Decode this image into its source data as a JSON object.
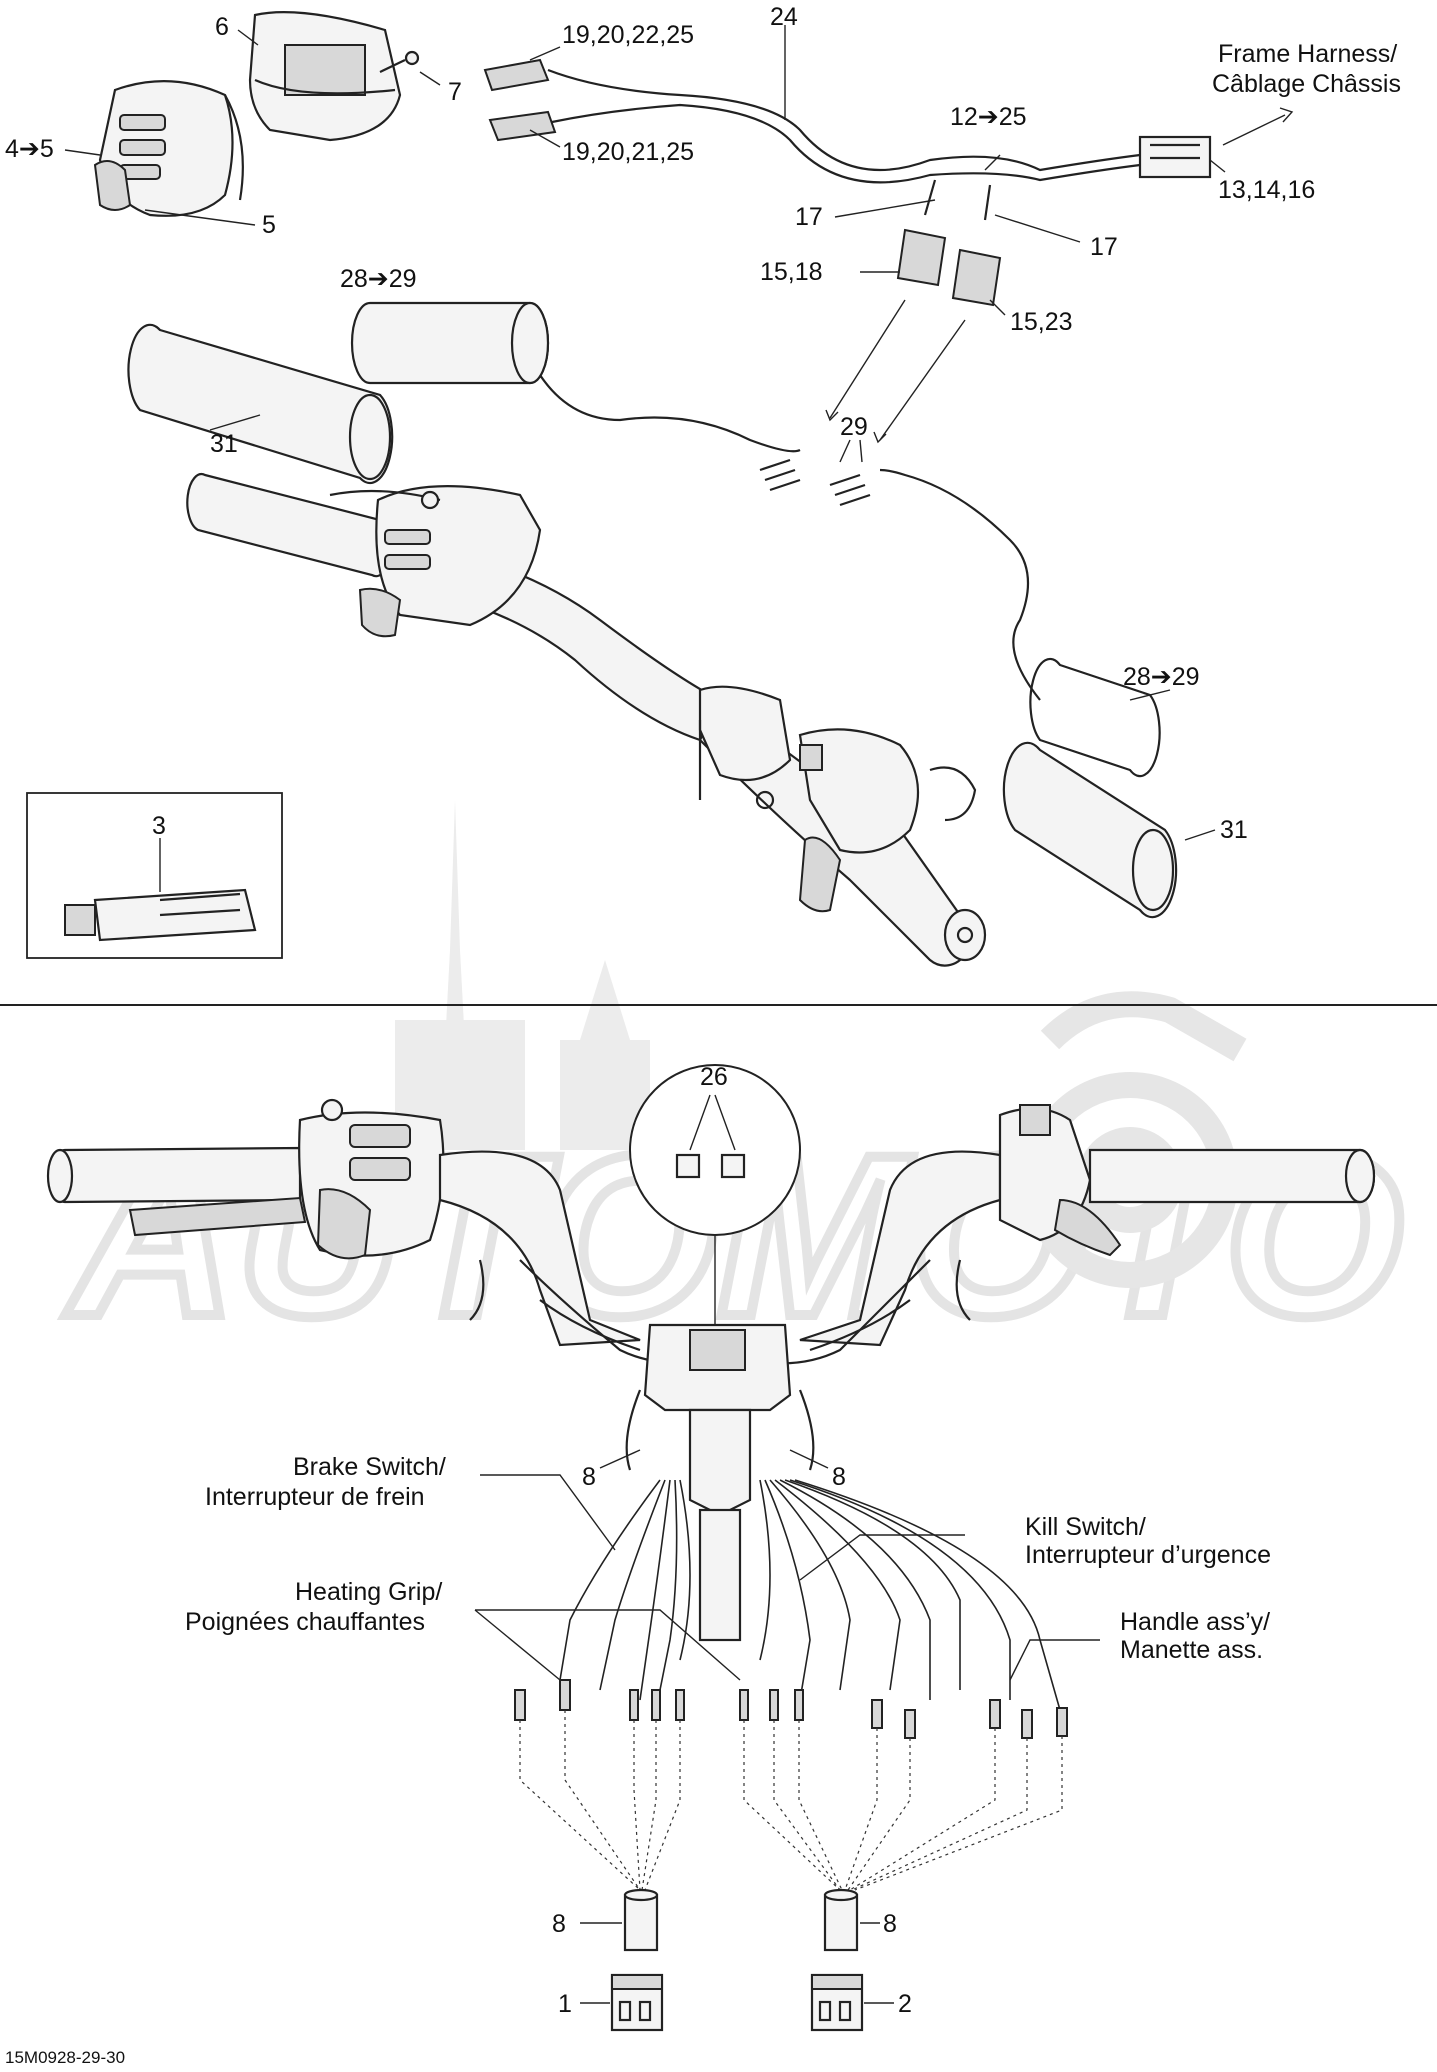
{
  "diagram": {
    "reference": "15M0928-29-30",
    "callouts": [
      {
        "id": "c6",
        "text": "6"
      },
      {
        "id": "c7",
        "text": "7"
      },
      {
        "id": "c4to5",
        "text": "4➔5"
      },
      {
        "id": "c5",
        "text": "5"
      },
      {
        "id": "c19a",
        "text": "19,20,22,25"
      },
      {
        "id": "c19b",
        "text": "19,20,21,25"
      },
      {
        "id": "c24",
        "text": "24"
      },
      {
        "id": "c12",
        "text": "12➔25"
      },
      {
        "id": "c13",
        "text": "13,14,16"
      },
      {
        "id": "c17a",
        "text": "17"
      },
      {
        "id": "c17b",
        "text": "17"
      },
      {
        "id": "c15a",
        "text": "15,18"
      },
      {
        "id": "c15b",
        "text": "15,23"
      },
      {
        "id": "c28a",
        "text": "28➔29"
      },
      {
        "id": "c29",
        "text": "29"
      },
      {
        "id": "c31a",
        "text": "31"
      },
      {
        "id": "c28b",
        "text": "28➔29"
      },
      {
        "id": "c31b",
        "text": "31"
      },
      {
        "id": "c3",
        "text": "3"
      },
      {
        "id": "c26",
        "text": "26"
      },
      {
        "id": "c8a",
        "text": "8"
      },
      {
        "id": "c8b",
        "text": "8"
      },
      {
        "id": "c8c",
        "text": "8"
      },
      {
        "id": "c8d",
        "text": "8"
      },
      {
        "id": "c1",
        "text": "1"
      },
      {
        "id": "c2",
        "text": "2"
      }
    ],
    "labels": {
      "frame_harness_en": "Frame Harness/",
      "frame_harness_fr": "Câblage Châssis",
      "brake_switch_en": "Brake Switch/",
      "brake_switch_fr": "Interrupteur de frein",
      "kill_switch_en": "Kill Switch/",
      "kill_switch_fr": "Interrupteur d’urgence",
      "heating_grip_en": "Heating Grip/",
      "heating_grip_fr": "Poignées chauffantes",
      "handle_assy_en": "Handle ass’y/",
      "handle_assy_fr": "Manette ass."
    }
  }
}
